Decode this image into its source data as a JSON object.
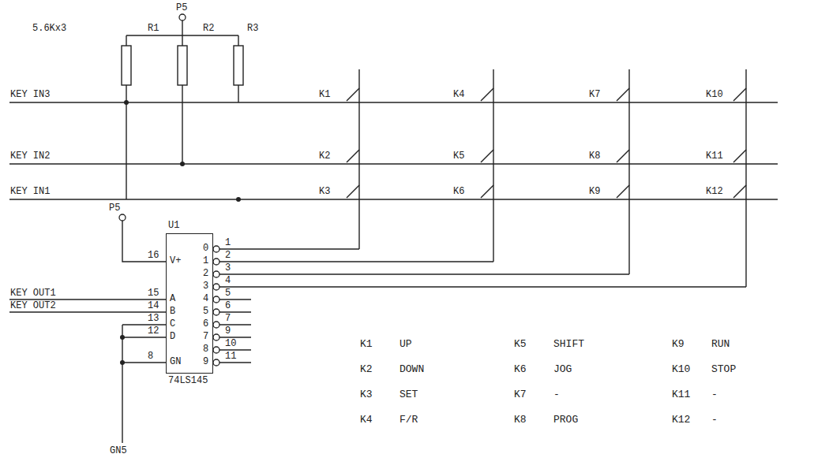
{
  "diagram": {
    "nodes": [
      {
        "text": [
          "U1",
          "74LS145"
        ]
      }
    ],
    "labels": [
      "P5",
      "5.6Kx3",
      "R1",
      "R2",
      "R3",
      "KEY IN3",
      "KEY IN2",
      "KEY IN1",
      "K1",
      "K2",
      "K3",
      "K4",
      "K5",
      "K6",
      "K7",
      "K8",
      "K9",
      "K10",
      "K11",
      "K12",
      "P5",
      "16",
      "V+",
      "0",
      "1",
      "2",
      "3",
      "4",
      "5",
      "6",
      "7",
      "8",
      "9",
      "1",
      "2",
      "3",
      "4",
      "5",
      "6",
      "7",
      "9",
      "10",
      "11",
      "KEY OUT1",
      "15",
      "A",
      "KEY OUT2",
      "14",
      "B",
      "13",
      "C",
      "12",
      "D",
      "8",
      "GN",
      "GN5",
      "K1",
      "UP",
      "K5",
      "SHIFT",
      "K9",
      "RUN",
      "K2",
      "DOWN",
      "K6",
      "JOG",
      "K10",
      "STOP",
      "K3",
      "SET",
      "K7",
      "-",
      "K11",
      "-",
      "K4",
      "F/R",
      "K8",
      "PROG",
      "K12",
      "-"
    ]
  }
}
